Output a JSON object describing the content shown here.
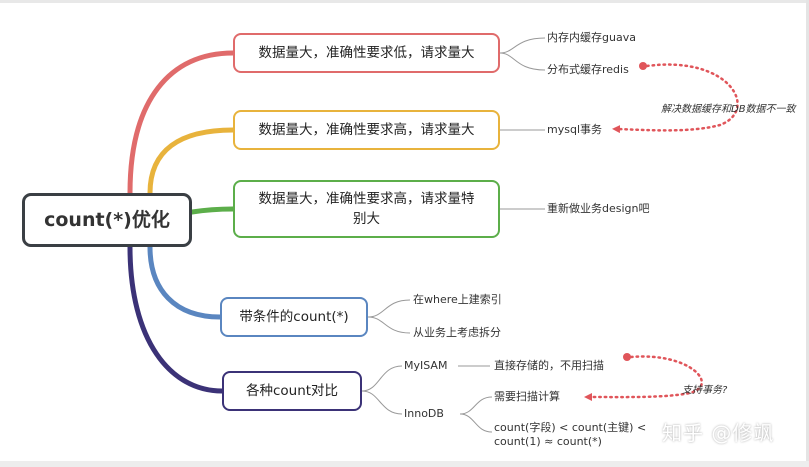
{
  "root": {
    "label": "count(*)优化"
  },
  "branches": [
    {
      "label": "数据量大，准确性要求低，请求量大",
      "color": "#e06b6b",
      "leaves": [
        "内存内缓存guava",
        "分布式缓存redis"
      ]
    },
    {
      "label": "数据量大，准确性要求高，请求量大",
      "color": "#e8b33c",
      "leaves": [
        "mysql事务"
      ]
    },
    {
      "label": "数据量大，准确性要求高，请求量特别大",
      "color": "#5cae4a",
      "leaves": [
        "重新做业务design吧"
      ]
    },
    {
      "label": "带条件的count(*)",
      "color": "#5a86c0",
      "leaves": [
        "在where上建索引",
        "从业务上考虑拆分"
      ]
    },
    {
      "label": "各种count对比",
      "color": "#3b3277",
      "children": [
        {
          "label": "MyISAM",
          "leaves": [
            "直接存储的，不用扫描"
          ]
        },
        {
          "label": "InnoDB",
          "leaves": [
            "需要扫描计算",
            "count(字段) < count(主键) < count(1) ≈ count(*)"
          ]
        }
      ]
    }
  ],
  "annotations": {
    "cache_consistency": "解决数据缓存和DB数据不一致",
    "support_transaction": "支持事务?"
  },
  "watermark": "知乎 @修飒",
  "colors": {
    "dotted_arrow": "#e0555a",
    "leaf_line": "#999999",
    "root_border": "#3a3f44"
  }
}
